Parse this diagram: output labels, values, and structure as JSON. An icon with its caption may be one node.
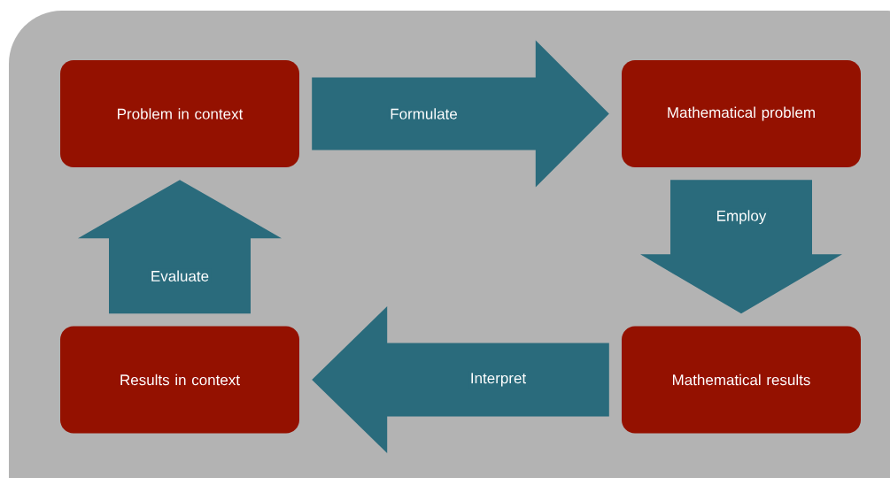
{
  "diagram": {
    "nodes": [
      {
        "text": [
          "Problem in context"
        ]
      },
      {
        "text": [
          "Mathematical problem"
        ]
      },
      {
        "text": [
          "Results in context"
        ]
      },
      {
        "text": [
          "Mathematical results"
        ]
      }
    ],
    "edges": [
      {
        "from": 0,
        "to": 1,
        "arrow": "to",
        "label": "Formulate"
      },
      {
        "from": 1,
        "to": 3,
        "arrow": "to",
        "label": "Employ"
      },
      {
        "from": 3,
        "to": 2,
        "arrow": "to",
        "label": "Interpret"
      },
      {
        "from": 2,
        "to": 0,
        "arrow": "to",
        "label": "Evaluate"
      }
    ]
  }
}
